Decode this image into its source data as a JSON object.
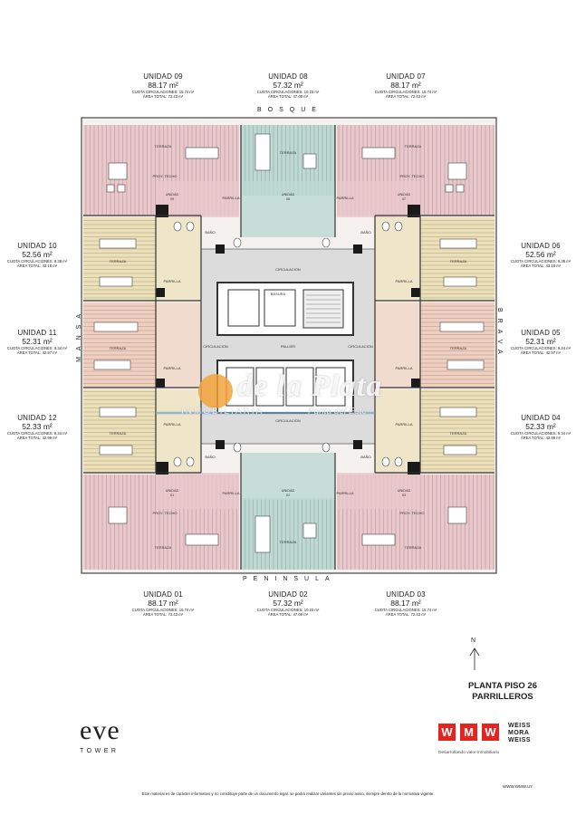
{
  "units": [
    {
      "id": "09",
      "name": "UNIDAD 09",
      "area": "88.17 m²",
      "quota": "CUOTA CIRCULACIONES: 15.74 m²",
      "total": "ÁREA TOTAL: 72.43 m²"
    },
    {
      "id": "08",
      "name": "UNIDAD 08",
      "area": "57.32 m²",
      "quota": "CUOTA CIRCULACIONES: 10.23 m²",
      "total": "ÁREA TOTAL: 47.09 m²"
    },
    {
      "id": "07",
      "name": "UNIDAD 07",
      "area": "88.17 m²",
      "quota": "CUOTA CIRCULACIONES: 15.74 m²",
      "total": "ÁREA TOTAL: 72.43 m²"
    },
    {
      "id": "10",
      "name": "UNIDAD 10",
      "area": "52.56 m²",
      "quota": "CUOTA CIRCULACIONES: 9.38 m²",
      "total": "ÁREA TOTAL: 43.18 m²"
    },
    {
      "id": "11",
      "name": "UNIDAD 11",
      "area": "52.31 m²",
      "quota": "CUOTA CIRCULACIONES: 9.34 m²",
      "total": "ÁREA TOTAL: 42.97 m²"
    },
    {
      "id": "12",
      "name": "UNIDAD 12",
      "area": "52.33 m²",
      "quota": "CUOTA CIRCULACIONES: 9.34 m²",
      "total": "ÁREA TOTAL: 42.99 m²"
    },
    {
      "id": "06",
      "name": "UNIDAD 06",
      "area": "52.56 m²",
      "quota": "CUOTA CIRCULACIONES: 9.38 m²",
      "total": "ÁREA TOTAL: 43.18 m²"
    },
    {
      "id": "05",
      "name": "UNIDAD 05",
      "area": "52.31 m²",
      "quota": "CUOTA CIRCULACIONES: 9.34 m²",
      "total": "ÁREA TOTAL: 42.97 m²"
    },
    {
      "id": "04",
      "name": "UNIDAD 04",
      "area": "52.33 m²",
      "quota": "CUOTA CIRCULACIONES: 9.34 m²",
      "total": "ÁREA TOTAL: 42.99 m²"
    },
    {
      "id": "01",
      "name": "UNIDAD 01",
      "area": "88.17 m²",
      "quota": "CUOTA CIRCULACIONES: 15.74 m²",
      "total": "ÁREA TOTAL: 72.43 m²"
    },
    {
      "id": "02",
      "name": "UNIDAD 02",
      "area": "57.32 m²",
      "quota": "CUOTA CIRCULACIONES: 10.23 m²",
      "total": "ÁREA TOTAL: 47.09 m²"
    },
    {
      "id": "03",
      "name": "UNIDAD 03",
      "area": "88.17 m²",
      "quota": "CUOTA CIRCULACIONES: 15.74 m²",
      "total": "ÁREA TOTAL: 72.43 m²"
    }
  ],
  "orientation": {
    "top": "BOSQUE",
    "bottom": "PENINSULA",
    "left": "MANSA",
    "right": "BRAVA",
    "north": "N"
  },
  "plan_labels": {
    "circulation": "CIRCULACION",
    "hall": "PALLIER",
    "trash": "BASURA",
    "terrace": "TERRAZA",
    "grill": "PARRILLA",
    "bath": "BAÑO",
    "roof_proj": "PROY. TECHO",
    "unit_tag": "UNIDAD"
  },
  "title": {
    "line1": "PLANTA PISO 26",
    "line2": "PARRILLEROS"
  },
  "brand": {
    "name": "eve",
    "sub": "TOWER"
  },
  "developer": {
    "letters": [
      "W",
      "M",
      "W"
    ],
    "words": [
      "WEISS",
      "MORA",
      "WEISS"
    ],
    "slogan": "Desarrollando valor inmobiliario",
    "url": "WWW.WMW.UY",
    "accent": "#e3241f"
  },
  "disclaimer": "Este material es de carácter informativo y no constituye parte de un documento legal. se podrá realizar variantes sin previo aviso, siempre dentro de la normativa vigente.",
  "watermark": {
    "main": "de la Plata",
    "sub1": "INMOBILIARIA",
    "sub2": "Punta del Este"
  },
  "colors": {
    "pink": "#e9c8cc",
    "yellow": "#ece0b8",
    "peach": "#efd0c0",
    "teal": "#bcd9d2",
    "core": "#dcdcdc"
  }
}
